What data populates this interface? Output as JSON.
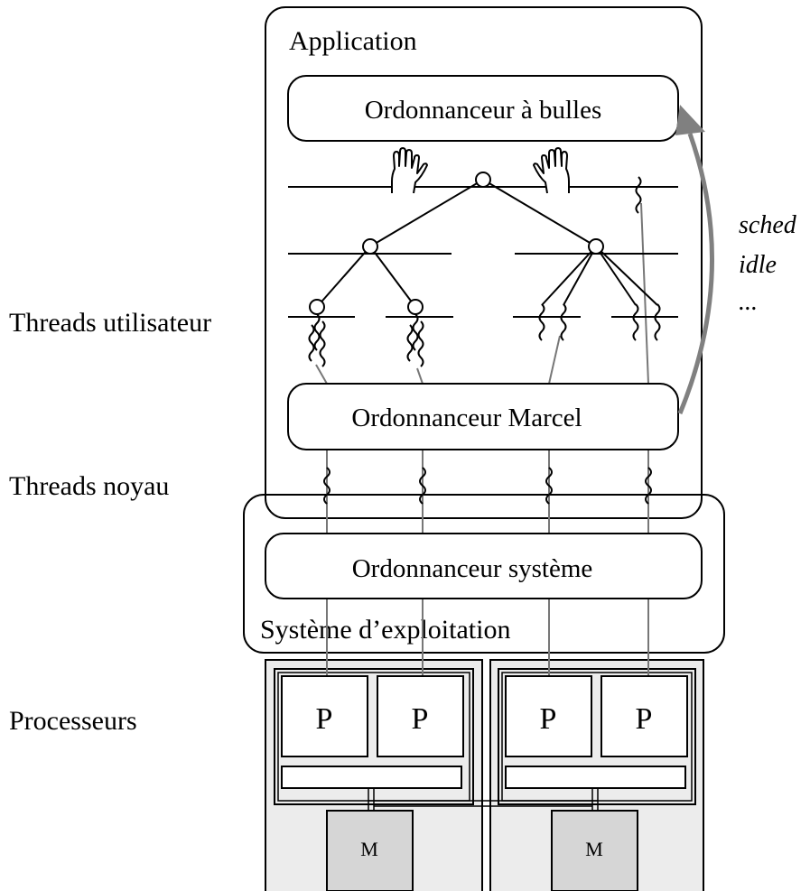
{
  "side_labels": {
    "user_threads": "Threads utilisateur",
    "kernel_threads": "Threads noyau",
    "processors": "Processeurs"
  },
  "application": {
    "title": "Application"
  },
  "bubble_scheduler": {
    "label": "Ordonnanceur à bulles"
  },
  "marcel_scheduler": {
    "label": "Ordonnanceur Marcel"
  },
  "system_scheduler": {
    "label": "Ordonnanceur système"
  },
  "os": {
    "label": "Système d’exploitation"
  },
  "callbacks": {
    "line1": "sched",
    "line2": "idle",
    "line3": "..."
  },
  "processors": {
    "processor_label": "P",
    "memory_label": "M"
  },
  "colors": {
    "stroke": "#000000",
    "arrow": "#808080",
    "connector": "#777777",
    "hw_fill": "#ececec",
    "mem_fill": "#d6d6d6"
  }
}
